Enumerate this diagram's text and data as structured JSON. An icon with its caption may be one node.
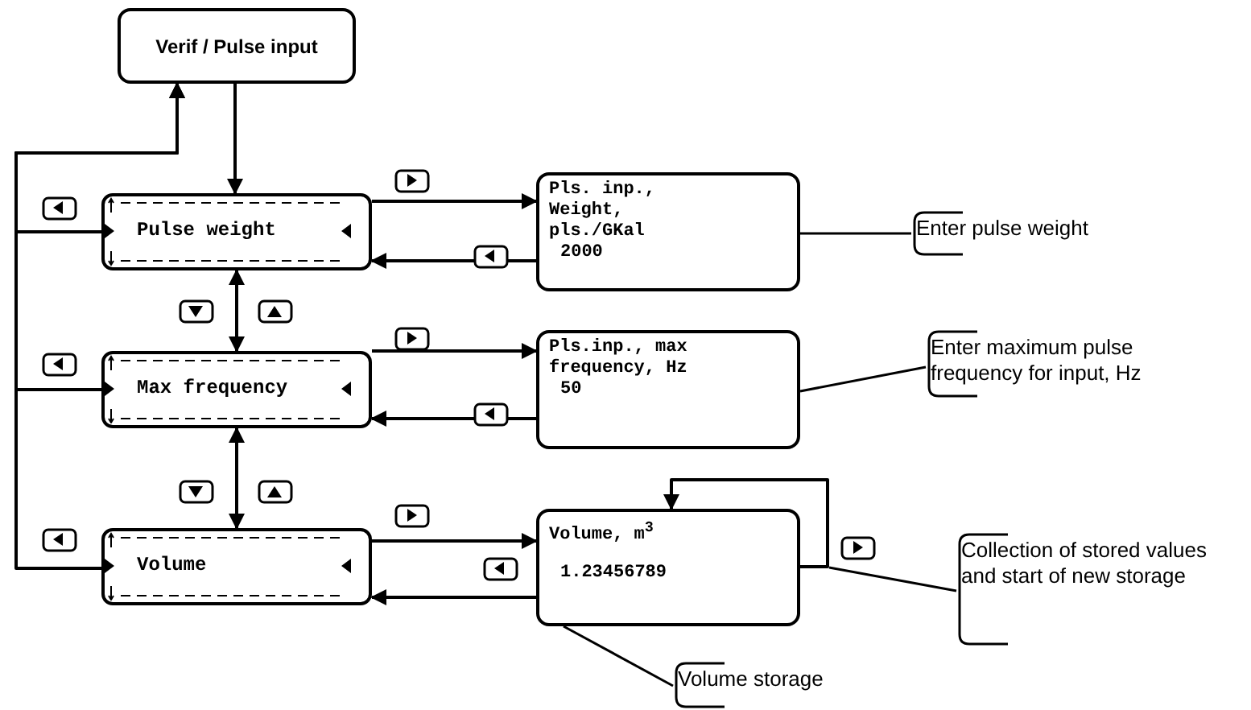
{
  "diagram": {
    "nodes": [
      {
        "text": [
          "Verif / Pulse input"
        ]
      },
      {
        "text": [
          "Pulse weight"
        ]
      },
      {
        "text": [
          "Pls. inp., Weight, pls./GKal",
          "2000"
        ]
      },
      {
        "text": [
          "Enter pulse weight"
        ]
      },
      {
        "text": [
          "Max frequency"
        ]
      },
      {
        "text": [
          "Pls.inp., max frequency, Hz",
          "50"
        ]
      },
      {
        "text": [
          "Enter maximum pulse frequency for input, Hz"
        ]
      },
      {
        "text": [
          "Volume"
        ]
      },
      {
        "text": [
          "Volume, m$^{3}$",
          "1.23456789"
        ]
      },
      {
        "text": [
          "Collection of stored values and start of new storage"
        ]
      },
      {
        "text": [
          "Volume storage"
        ]
      }
    ],
    "edges": [
      {
        "from": 0,
        "to": 1,
        "arrow": "to"
      },
      {
        "from": 1,
        "to": 2,
        "arrow": "to"
      },
      {
        "from": 2,
        "to": 1,
        "arrow": "to"
      },
      {
        "from": 1,
        "to": 4,
        "arrow": "both"
      },
      {
        "from": 4,
        "to": 5,
        "arrow": "to"
      },
      {
        "from": 5,
        "to": 4,
        "arrow": "to"
      },
      {
        "from": 4,
        "to": 7,
        "arrow": "both"
      },
      {
        "from": 7,
        "to": 8,
        "arrow": "to"
      },
      {
        "from": 8,
        "to": 7,
        "arrow": "to"
      },
      {
        "from": 8,
        "to": 8,
        "arrow": "to"
      },
      {
        "from": 1,
        "to": 0,
        "arrow": "to"
      },
      {
        "from": 4,
        "to": 0,
        "arrow": "to"
      },
      {
        "from": 7,
        "to": 0,
        "arrow": "to"
      },
      {
        "from": 2,
        "to": 3,
        "arrow": "none"
      },
      {
        "from": 5,
        "to": 6,
        "arrow": "none"
      },
      {
        "from": 8,
        "to": 9,
        "arrow": "none"
      },
      {
        "from": 8,
        "to": 10,
        "arrow": "none"
      }
    ]
  }
}
